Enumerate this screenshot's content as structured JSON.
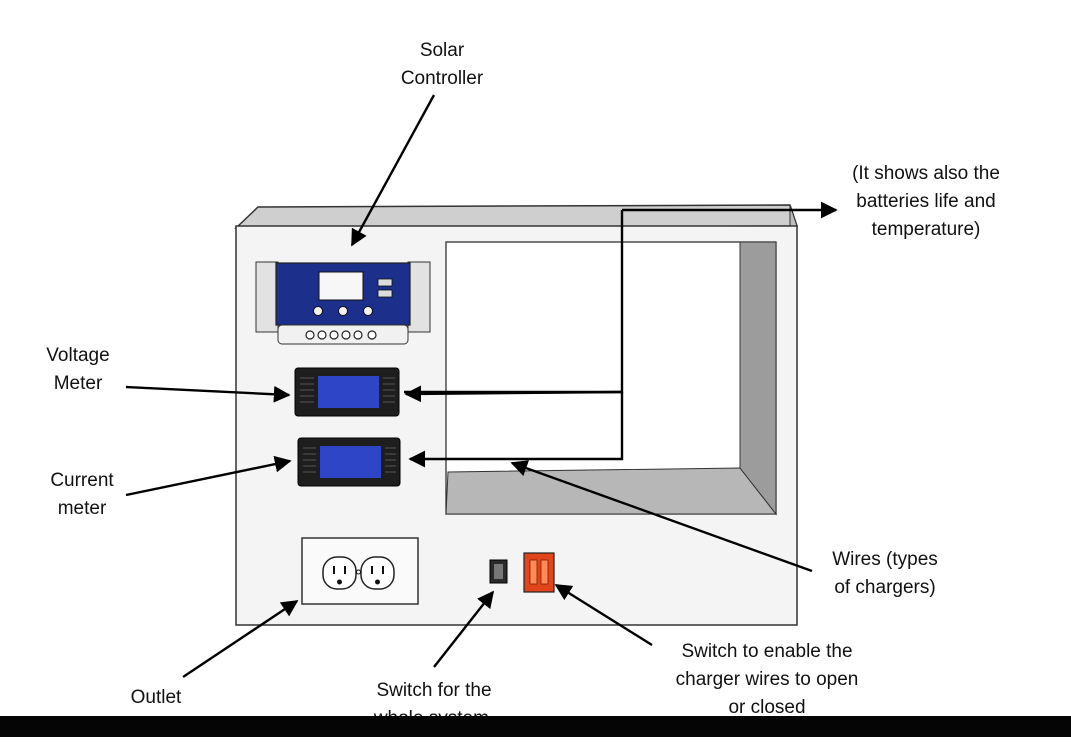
{
  "labels": {
    "solar_controller": [
      "Solar",
      "Controller"
    ],
    "controller_note": [
      "(It shows also the",
      "batteries life and",
      "temperature)"
    ],
    "voltage_meter": [
      "Voltage",
      "Meter"
    ],
    "current_meter": [
      "Current",
      "meter"
    ],
    "wires": [
      "Wires (types",
      "of chargers)"
    ],
    "outlet": [
      "Outlet"
    ],
    "system_switch": [
      "Switch for the",
      "whole system."
    ],
    "charger_switch": [
      "Switch to enable the",
      "charger wires to open",
      "or closed"
    ]
  },
  "colors": {
    "display_blue": "#2e45c7",
    "controller_navy": "#1c2f8a",
    "meter_frame": "#1e1e1e",
    "switch_orange": "#e0451b",
    "panel_face": "#f4f4f4",
    "panel_top": "#cfcfcf",
    "panel_side": "#9c9c9c",
    "arrow": "#000000"
  }
}
